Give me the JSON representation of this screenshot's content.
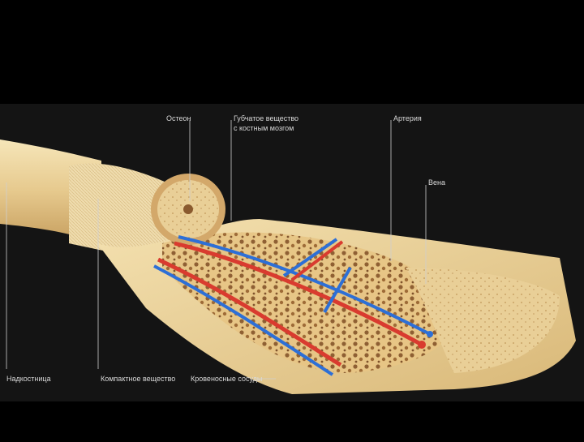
{
  "labels": {
    "osteon": "Остеон",
    "spongy": "Губчатое вещество",
    "spongy_sub": "с костным мозгом",
    "artery": "Артерия",
    "vein": "Вена",
    "periosteum": "Надкостница",
    "compact": "Компактное вещество",
    "vessels": "Кровеносные сосуды"
  },
  "colors": {
    "background": "#000000",
    "panel": "#1a1a1a",
    "bone_light": "#f1ddab",
    "bone_mid": "#e2c386",
    "bone_dark": "#c9a15f",
    "marrow": "#c98a4e",
    "artery": "#d93b2f",
    "vein": "#2d6fd6",
    "leader_line": "#cfcfcf"
  }
}
